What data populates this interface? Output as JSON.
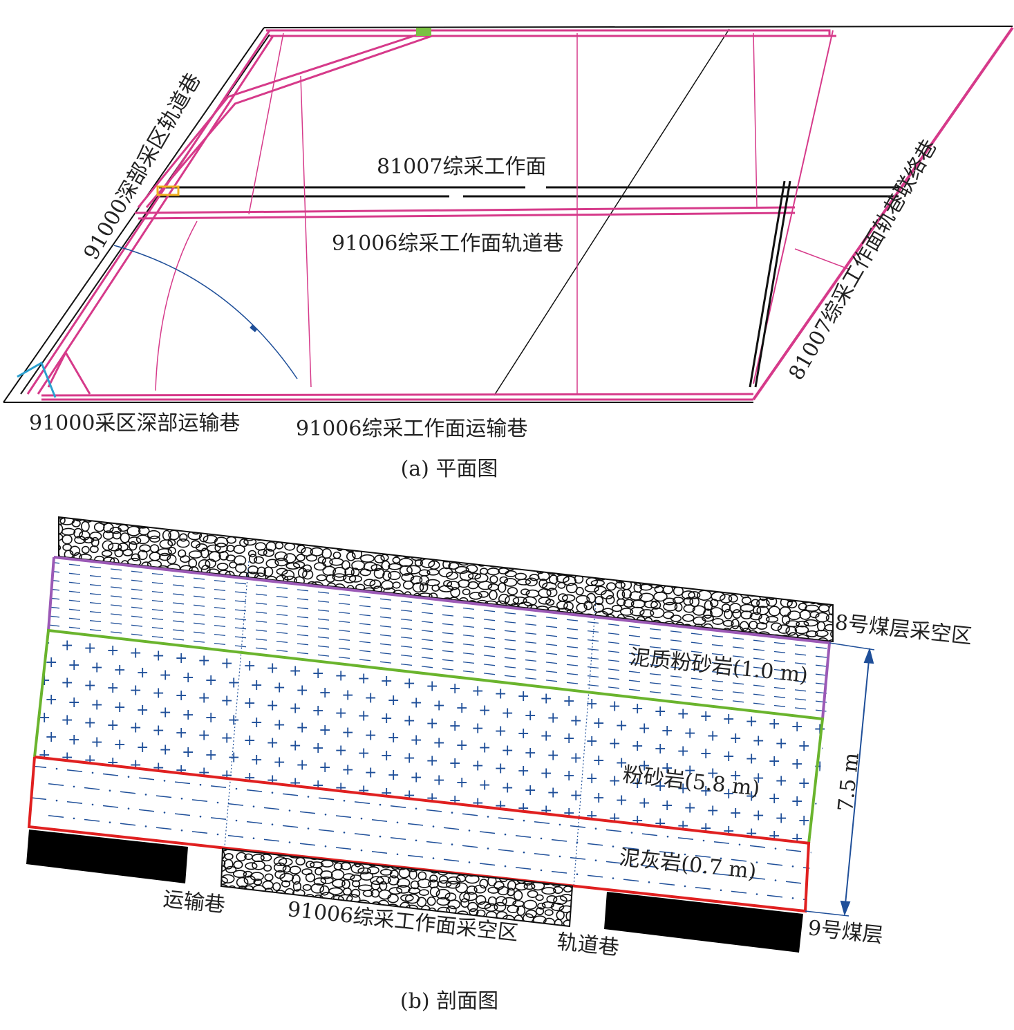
{
  "plan": {
    "caption": "(a) 平面图",
    "labels": {
      "face_81007": "81007综采工作面",
      "track_91006": "91006综采工作面轨道巷",
      "deep_track_91000": "91000深部采区轨道巷",
      "deep_transport_91000": "91000采区深部运输巷",
      "transport_91006": "91006综采工作面运输巷",
      "link_81007": "81007综采工作面轨巷联络巷"
    }
  },
  "section": {
    "caption": "(b) 剖面图",
    "goaf_8": "8号煤层采空区",
    "layers": [
      {
        "name": "泥质粉砂岩(1.0 m)"
      },
      {
        "name": "粉砂岩(5.8 m)"
      },
      {
        "name": "泥灰岩(0.7 m)"
      }
    ],
    "total_thickness": "7.5 m",
    "seam_9": "9号煤层",
    "transport_roadway": "运输巷",
    "goaf_91006": "91006综采工作面采空区",
    "track_roadway": "轨道巷"
  },
  "colors": {
    "roadway": "#d63a8a",
    "dark_line": "#111111",
    "fault_blue": "#1f4f99",
    "purple_boundary": "#9b59b6",
    "green_boundary": "#6ab42d",
    "red_boundary": "#e02020",
    "pattern_blue": "#1f4f99",
    "coal": "#000000"
  }
}
